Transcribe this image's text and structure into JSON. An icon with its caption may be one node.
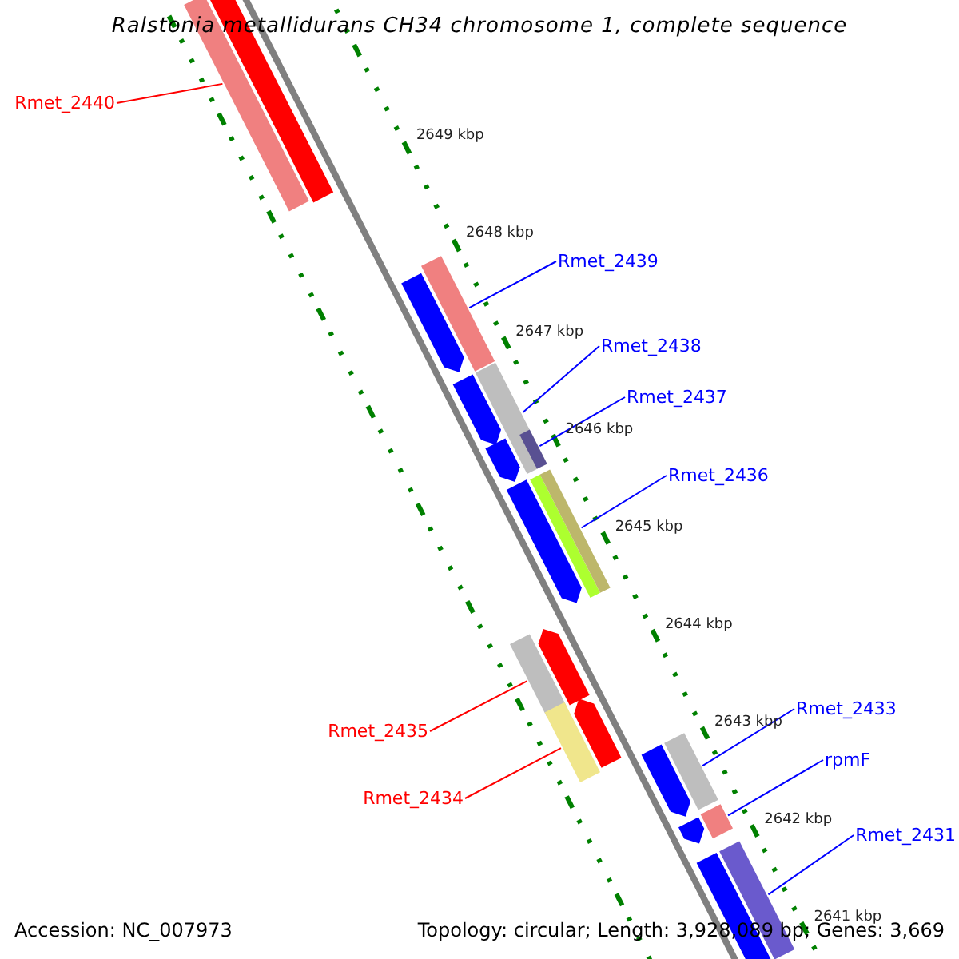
{
  "diagram": {
    "title": "Ralstonia metallidurans CH34 chromosome 1, complete sequence",
    "nodes": [
      {
        "text": [
          "Rmet_2440"
        ]
      },
      {
        "text": [],
        "shape": "bar"
      },
      {
        "text": [
          "Rmet_2439"
        ]
      },
      {
        "text": [],
        "shape": "bar"
      },
      {
        "text": [
          "Rmet_2438"
        ]
      },
      {
        "text": [],
        "shape": "bar"
      },
      {
        "text": [
          "Rmet_2437"
        ]
      },
      {
        "text": [],
        "shape": "bar",
        "in": 5
      },
      {
        "text": [
          "Rmet_2436"
        ]
      },
      {
        "text": [],
        "shape": "bar"
      },
      {
        "text": [
          "Rmet_2435"
        ]
      },
      {
        "text": [],
        "shape": "bar"
      },
      {
        "text": [
          "Rmet_2434"
        ]
      },
      {
        "text": [],
        "shape": "bar"
      },
      {
        "text": [
          "Rmet_2433"
        ]
      },
      {
        "text": [],
        "shape": "bar"
      },
      {
        "text": [
          "rpmF"
        ]
      },
      {
        "text": [],
        "shape": "bar"
      },
      {
        "text": [
          "Rmet_2431"
        ]
      },
      {
        "text": [],
        "shape": "bar"
      }
    ],
    "edges": [
      {
        "from": 0,
        "to": 1,
        "arrow": "none",
        "color": "#ff0000"
      },
      {
        "from": 2,
        "to": 3,
        "arrow": "none"
      },
      {
        "from": 4,
        "to": 5,
        "arrow": "none"
      },
      {
        "from": 6,
        "to": 7,
        "arrow": "none"
      },
      {
        "from": 8,
        "to": 9,
        "arrow": "none"
      },
      {
        "from": 10,
        "to": 11,
        "arrow": "none",
        "color": "#ff0000"
      },
      {
        "from": 12,
        "to": 13,
        "arrow": "none",
        "color": "#ff0000"
      },
      {
        "from": 14,
        "to": 15,
        "arrow": "none"
      },
      {
        "from": 16,
        "to": 17,
        "arrow": "none"
      },
      {
        "from": 18,
        "to": 19,
        "arrow": "none"
      }
    ],
    "labels": [
      "2649 kbp",
      "2648 kbp",
      "2647 kbp",
      "2646 kbp",
      "2645 kbp",
      "2644 kbp",
      "2643 kbp",
      "2642 kbp",
      "2641 kbp",
      "Accession: NC_007973",
      "Topology: circular; Length: 3,928,089 bp; Genes: 3,669"
    ]
  }
}
